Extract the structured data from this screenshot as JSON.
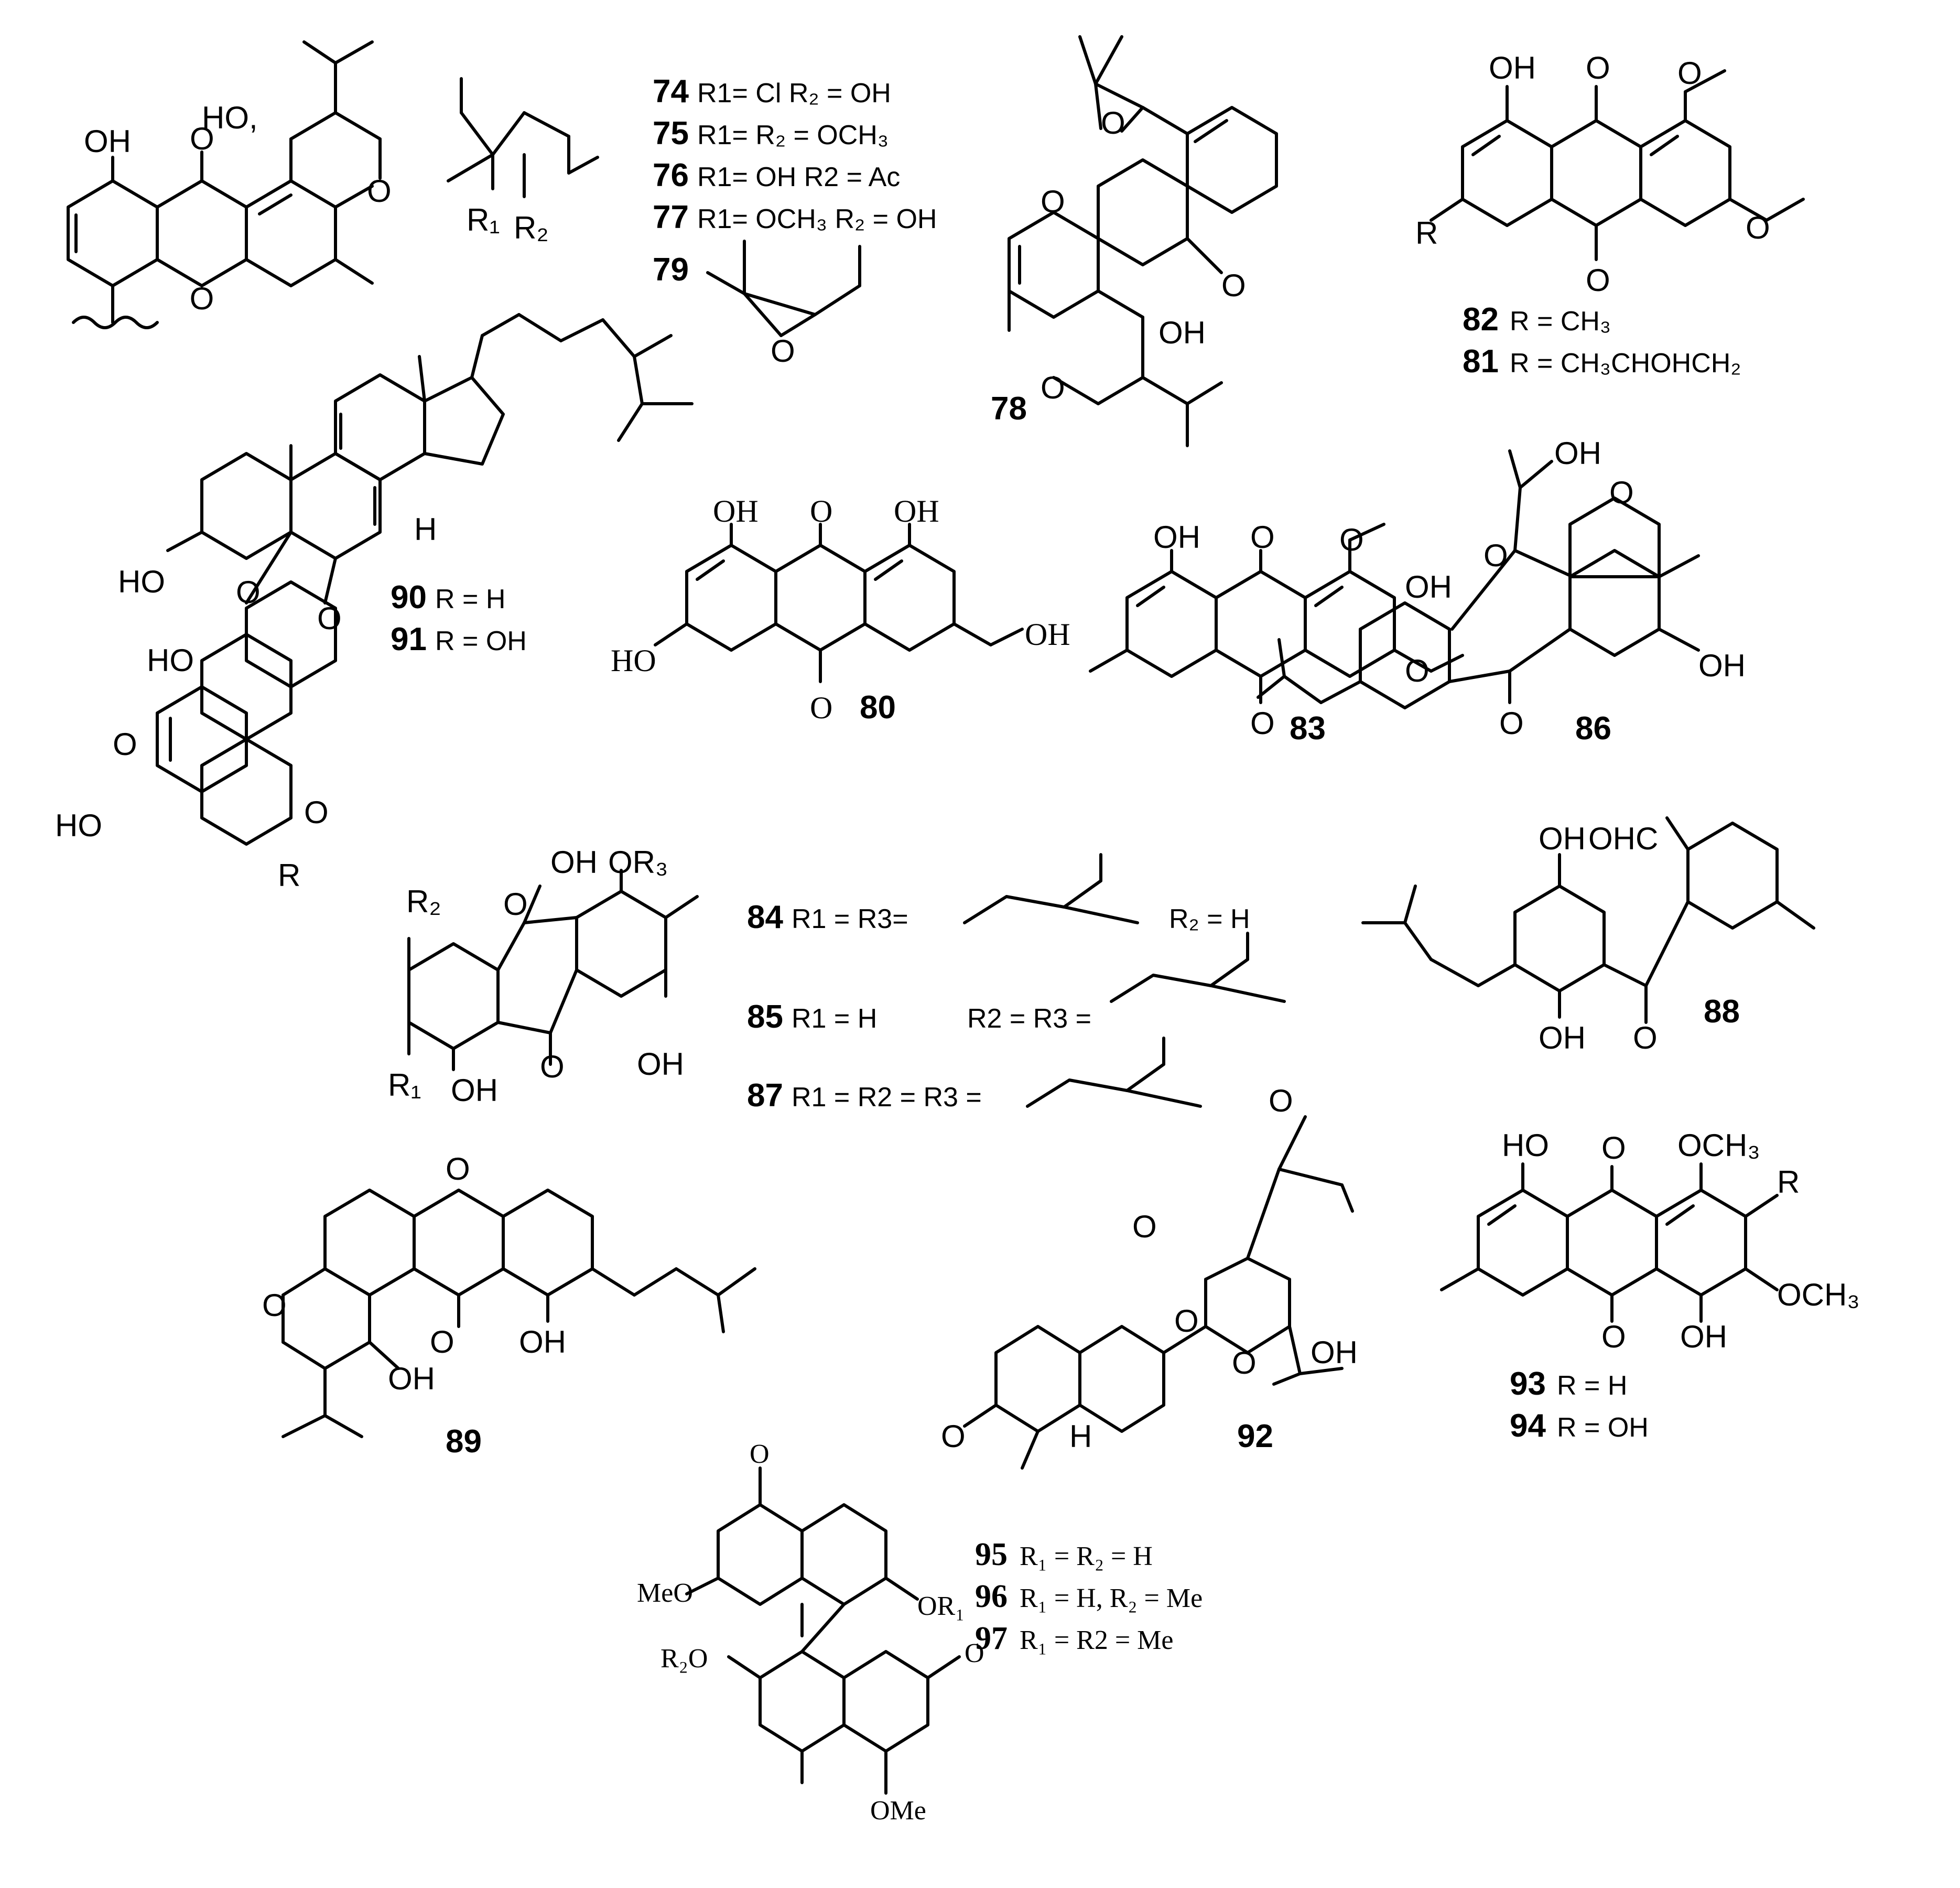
{
  "figure": {
    "compounds": [
      {
        "id": "c74",
        "number": "74",
        "text": "R1= Cl  R₂ = OH"
      },
      {
        "id": "c75",
        "number": "75",
        "text": "R1=  R₂ = OCH₃"
      },
      {
        "id": "c76",
        "number": "76",
        "text": "R1= OH  R2 = Ac"
      },
      {
        "id": "c77",
        "number": "77",
        "text": "R1= OCH₃  R₂ = OH"
      },
      {
        "id": "c79",
        "number": "79",
        "text": ""
      },
      {
        "id": "c78",
        "number": "78",
        "text": ""
      },
      {
        "id": "c82",
        "number": "82",
        "text": "R = CH₃"
      },
      {
        "id": "c81",
        "number": "81",
        "text": "R = CH₃CHOHCH₂"
      },
      {
        "id": "c90",
        "number": "90",
        "text": "R = H"
      },
      {
        "id": "c91",
        "number": "91",
        "text": "R = OH"
      },
      {
        "id": "c80",
        "number": "80",
        "text": ""
      },
      {
        "id": "c83",
        "number": "83",
        "text": ""
      },
      {
        "id": "c86",
        "number": "86",
        "text": ""
      },
      {
        "id": "c84",
        "number": "84",
        "text": "R1 = R3="
      },
      {
        "id": "c84b",
        "number": "",
        "text": "R₂ = H"
      },
      {
        "id": "c85",
        "number": "85",
        "text": "R1 = H"
      },
      {
        "id": "c85b",
        "number": "",
        "text": "R2 = R3 ="
      },
      {
        "id": "c87",
        "number": "87",
        "text": "R1 = R2 = R3 ="
      },
      {
        "id": "c88",
        "number": "88",
        "text": ""
      },
      {
        "id": "c89",
        "number": "89",
        "text": ""
      },
      {
        "id": "c92",
        "number": "92",
        "text": ""
      },
      {
        "id": "c93",
        "number": "93",
        "text": "R = H"
      },
      {
        "id": "c94",
        "number": "94",
        "text": "R = OH"
      },
      {
        "id": "c95",
        "number": "95",
        "text": "R₁ = R₂ = H"
      },
      {
        "id": "c96",
        "number": "96",
        "text": "R₁ = H,  R₂ = Me"
      },
      {
        "id": "c97",
        "number": "97",
        "text": "R₁ = R2  = Me"
      }
    ],
    "atoms": {
      "oh": "OH",
      "ho": "HO",
      "o": "O",
      "h": "H",
      "r": "R",
      "r1": "R₁",
      "r2": "R₂",
      "r3": "R₃",
      "or3": "OR₃",
      "or1": "OR₁",
      "r2o": "R₂O",
      "ohc": "OHC",
      "och3": "OCH₃",
      "meo": "MeO",
      "ome": "OMe",
      "ho_dot": "HO,"
    }
  }
}
